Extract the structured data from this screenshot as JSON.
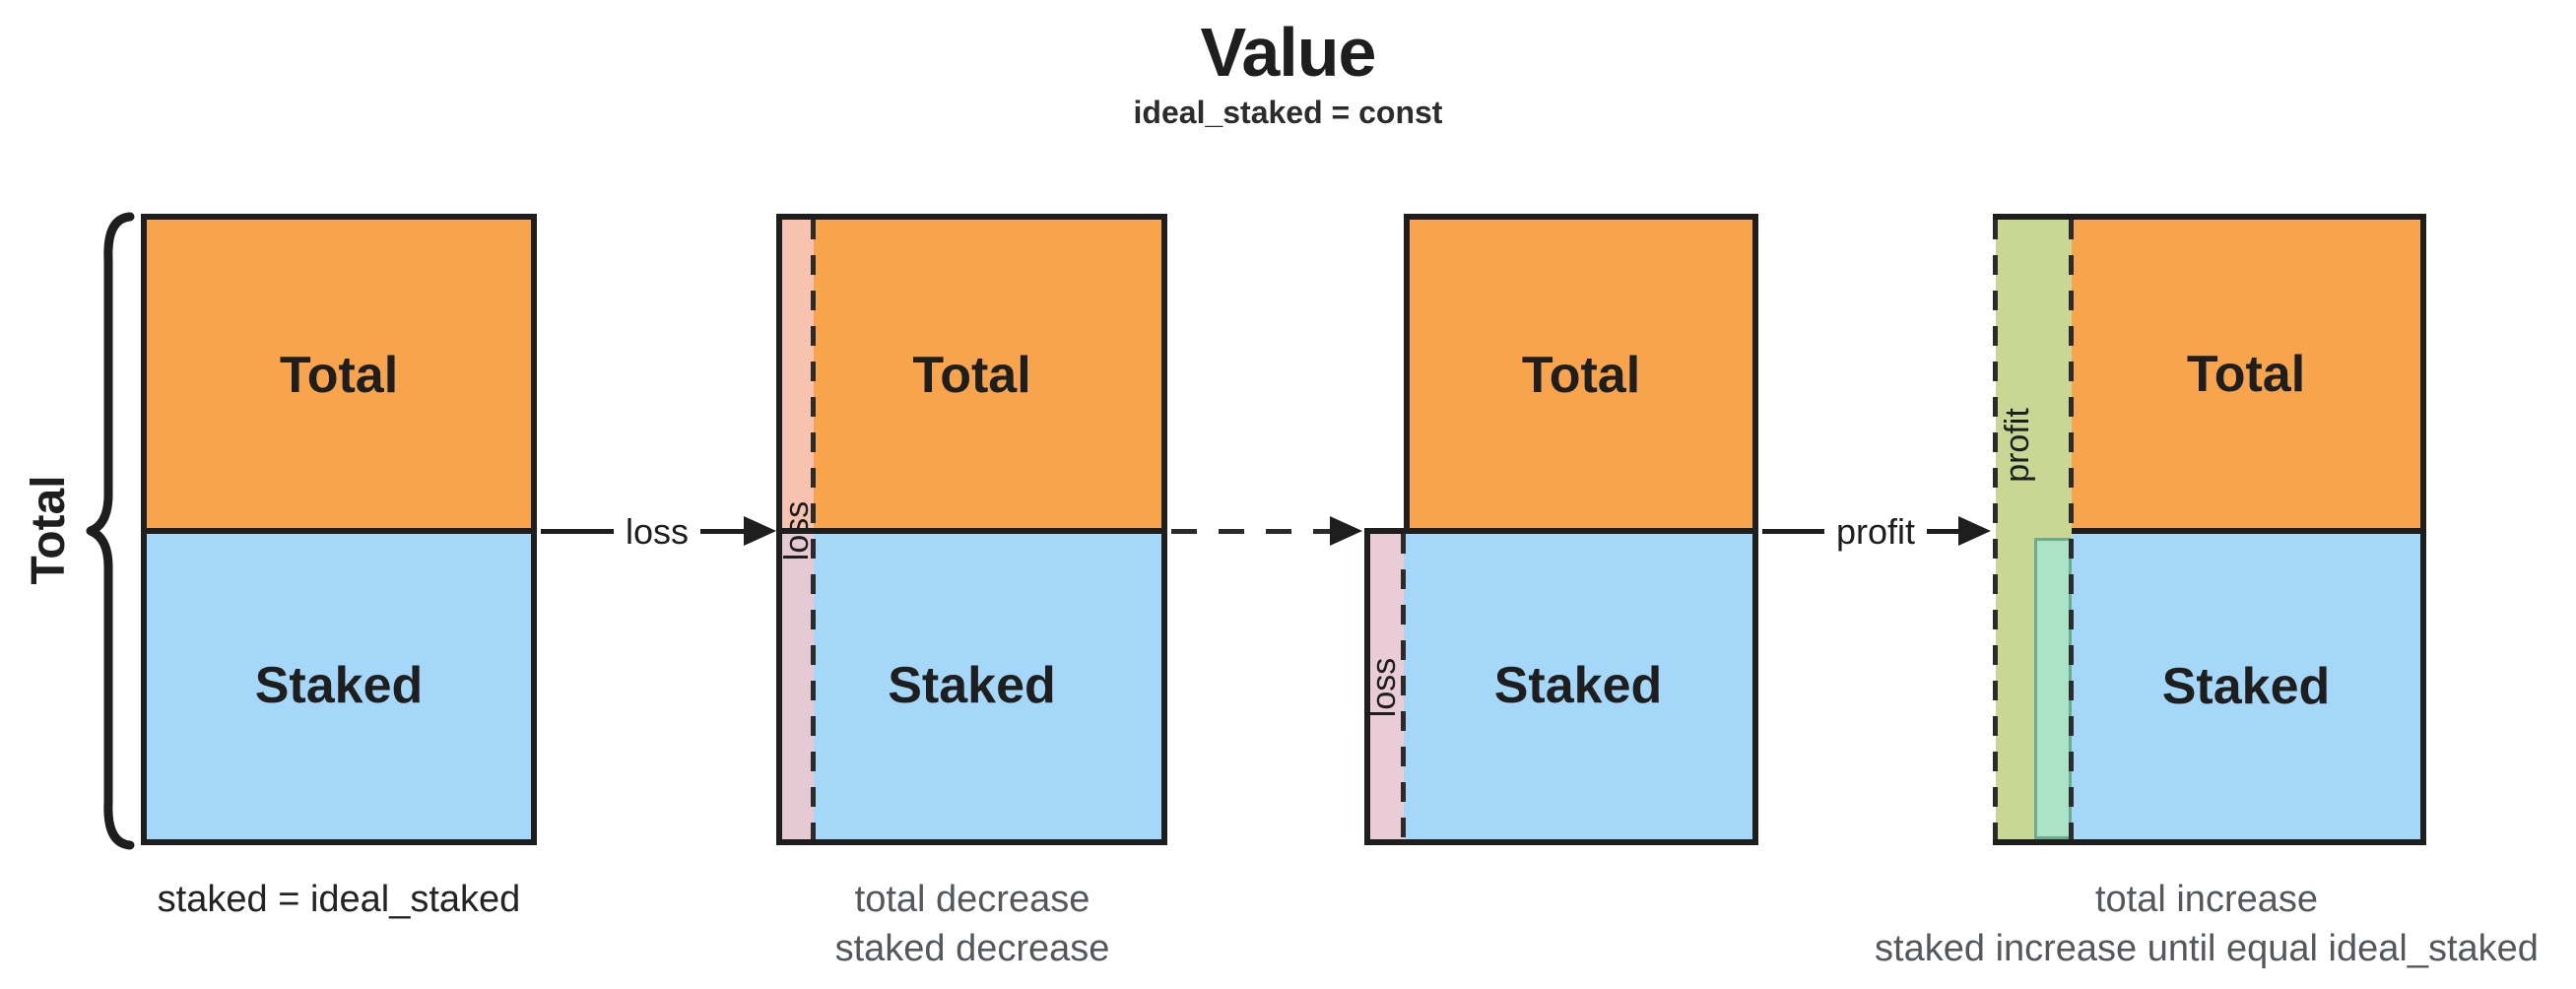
{
  "title": {
    "text": "Value",
    "subtitle": "ideal_staked = const"
  },
  "brace": {
    "label": "Total"
  },
  "boxes": {
    "initial": {
      "total": "Total",
      "staked": "Staked",
      "caption": "staked = ideal_staked"
    },
    "loss_pending": {
      "total": "Total",
      "staked": "Staked",
      "strip": "loss",
      "caption_line1": "total decrease",
      "caption_line2": "staked decrease"
    },
    "loss_applied": {
      "total": "Total",
      "staked": "Staked",
      "strip": "loss"
    },
    "profit": {
      "total": "Total",
      "staked": "Staked",
      "strip": "profit",
      "caption_line1": "total increase",
      "caption_line2": "staked increase until equal ideal_staked"
    }
  },
  "arrows": {
    "loss": {
      "label": "loss",
      "style": "solid"
    },
    "transition": {
      "label": "",
      "style": "dashed"
    },
    "profit": {
      "label": "profit",
      "style": "solid"
    }
  },
  "colors": {
    "ink": "#1e1e1e",
    "orange": "#f8a44c",
    "blue": "#a4d7f8",
    "salmon": "#f8c3ae",
    "mauve": "#e5c9d3",
    "pink": "#eaccd6",
    "green": "#c9d795",
    "teal_fill": "#abe3c6",
    "teal_border": "#6cab8d",
    "gray_caption": "#54575b",
    "dark_caption": "#232323"
  }
}
